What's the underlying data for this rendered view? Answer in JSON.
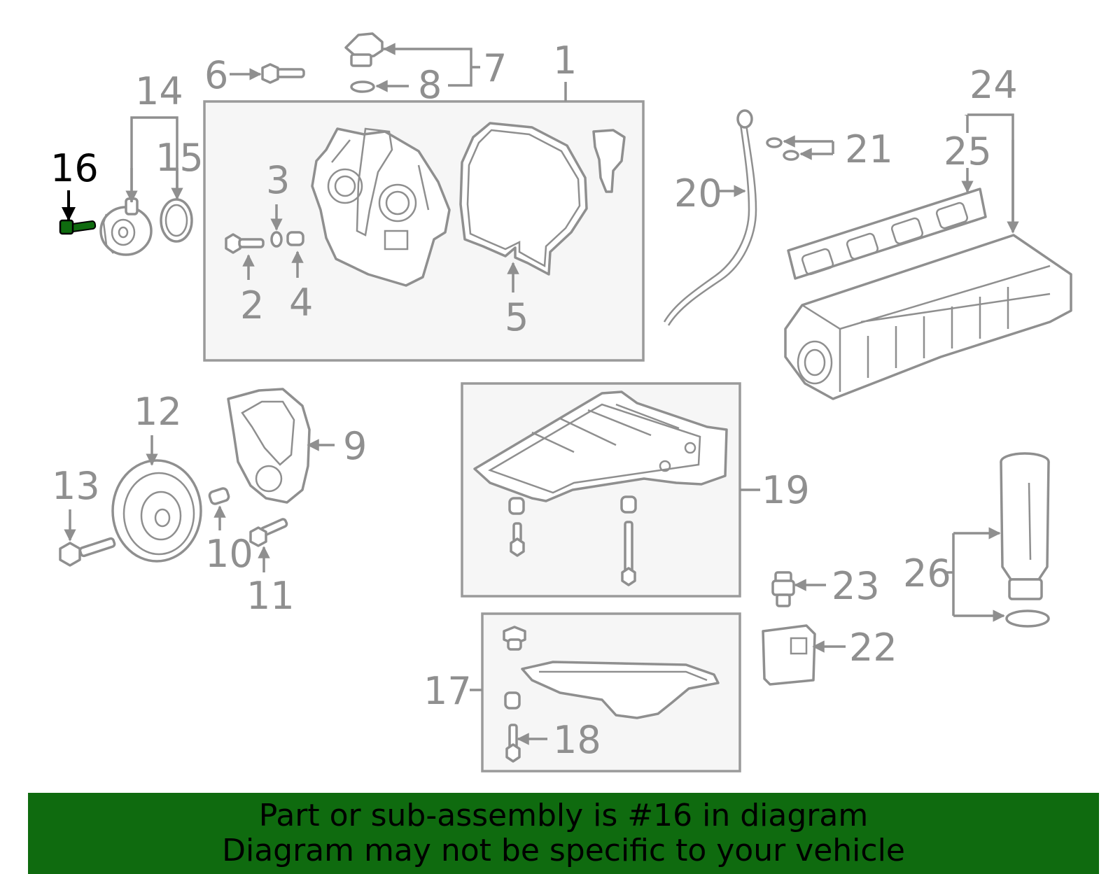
{
  "diagram": {
    "highlighted_part": "16",
    "highlight_color": "#0f6b0f",
    "callouts": {
      "c1": "1",
      "c2": "2",
      "c3": "3",
      "c4": "4",
      "c5": "5",
      "c6": "6",
      "c7": "7",
      "c8": "8",
      "c9": "9",
      "c10": "10",
      "c11": "11",
      "c12": "12",
      "c13": "13",
      "c14": "14",
      "c15": "15",
      "c16": "16",
      "c17": "17",
      "c18": "18",
      "c19": "19",
      "c20": "20",
      "c21": "21",
      "c22": "22",
      "c23": "23",
      "c24": "24",
      "c25": "25",
      "c26": "26"
    }
  },
  "banner": {
    "line1": "Part or sub-assembly is #16 in diagram",
    "line2": "Diagram may not be specific to your vehicle",
    "background": "#0f6b0f"
  }
}
